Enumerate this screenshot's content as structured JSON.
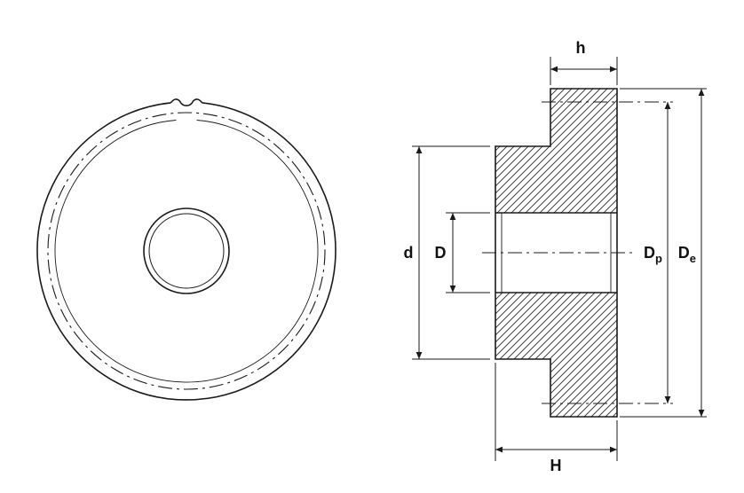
{
  "diagram": {
    "type": "technical-drawing",
    "subject": "spur gear - front view and cross-section with dimension labels",
    "colors": {
      "line": "#1a1a1a",
      "background": "#ffffff"
    },
    "dimensions": {
      "h": "h",
      "d": "d",
      "D": "D",
      "Dp": {
        "main": "D",
        "sub": "p"
      },
      "De": {
        "main": "D",
        "sub": "e"
      },
      "H": "H"
    }
  }
}
